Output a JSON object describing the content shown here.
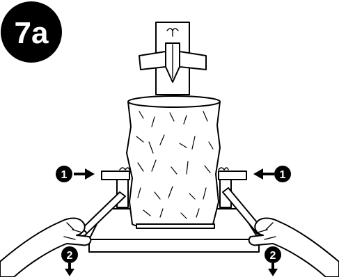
{
  "figure": {
    "label": "7a",
    "steps": {
      "push_left": "1",
      "push_right": "1",
      "pull_left": "2",
      "pull_right": "2"
    }
  },
  "colors": {
    "ink": "#000000",
    "paper": "#ffffff",
    "badge": "#000000"
  },
  "icons": {
    "arrow_in": "arrow-right-icon",
    "arrow_in_left": "arrow-left-icon",
    "arrow_down": "arrow-down-icon"
  }
}
